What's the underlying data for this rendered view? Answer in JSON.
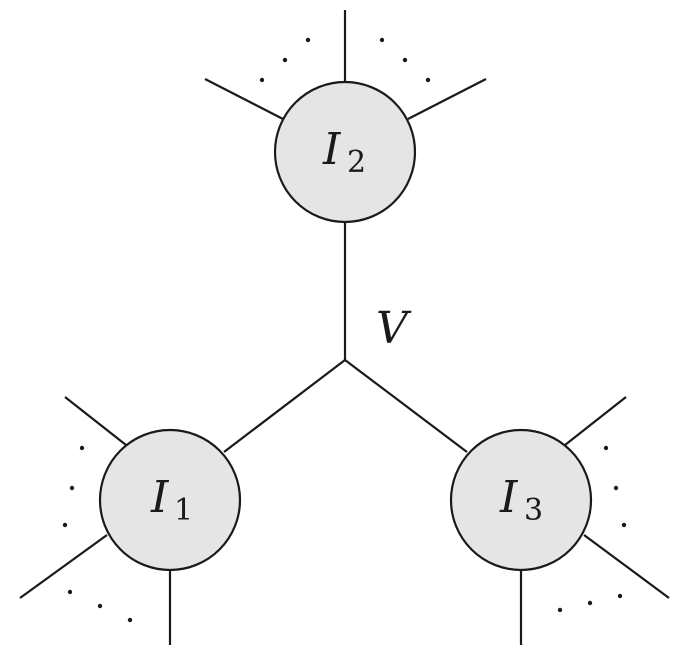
{
  "vertex": {
    "label": "V"
  },
  "blobs": [
    {
      "id": "I1",
      "symbol": "I",
      "subscript": "1"
    },
    {
      "id": "I2",
      "symbol": "I",
      "subscript": "2"
    },
    {
      "id": "I3",
      "symbol": "I",
      "subscript": "3"
    }
  ],
  "colors": {
    "blob_fill": "#e5e5e5",
    "line": "#1a1a1a",
    "background": "#ffffff"
  }
}
